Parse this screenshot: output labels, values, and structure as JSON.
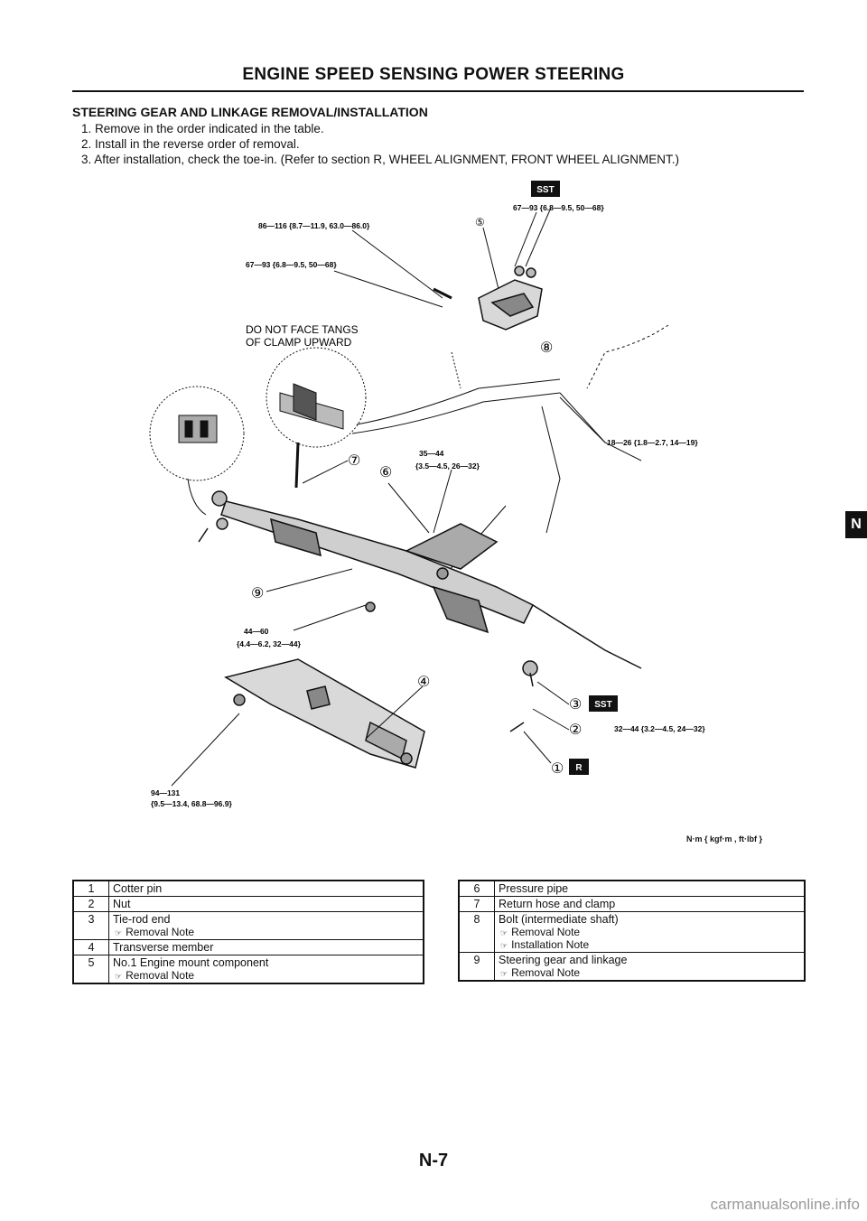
{
  "header": {
    "title": "ENGINE SPEED SENSING POWER STEERING"
  },
  "section": {
    "heading": "STEERING GEAR AND LINKAGE REMOVAL/INSTALLATION",
    "steps": [
      "1. Remove in the order indicated in the table.",
      "2. Install in the reverse order of removal.",
      "3. After installation, check the toe-in. (Refer to section R, WHEEL ALIGNMENT, FRONT WHEEL ALIGNMENT.)"
    ]
  },
  "diagram": {
    "torques": {
      "t1": "67—93 {6.8—9.5, 50—68}",
      "t2": "86—116 {8.7—11.9, 63.0—86.0}",
      "t3": "67—93 {6.8—9.5, 50—68}",
      "t4": "18—26 {1.8—2.7, 14—19}",
      "t5a": "35—44",
      "t5b": "{3.5—4.5, 26—32}",
      "t6a": "44—60",
      "t6b": "{4.4—6.2, 32—44}",
      "t7": "32—44 {3.2—4.5, 24—32}",
      "t8a": "94—131",
      "t8b": "{9.5—13.4, 68.8—96.9}"
    },
    "note_line1": "DO NOT FACE TANGS",
    "note_line2": "OF CLAMP UPWARD",
    "badges": {
      "sst": "SST",
      "r": "R"
    },
    "callouts": [
      "①",
      "②",
      "③",
      "④",
      "⑤",
      "⑥",
      "⑦",
      "⑧",
      "⑨"
    ]
  },
  "unit_note": "N·m { kgf·m , ft·lbf }",
  "left_table": [
    {
      "num": "1",
      "desc": "Cotter pin",
      "notes": []
    },
    {
      "num": "2",
      "desc": "Nut",
      "notes": []
    },
    {
      "num": "3",
      "desc": "Tie-rod end",
      "notes": [
        "Removal Note"
      ]
    },
    {
      "num": "4",
      "desc": "Transverse member",
      "notes": []
    },
    {
      "num": "5",
      "desc": "No.1 Engine mount component",
      "notes": [
        "Removal Note"
      ]
    }
  ],
  "right_table": [
    {
      "num": "6",
      "desc": "Pressure pipe",
      "notes": []
    },
    {
      "num": "7",
      "desc": "Return hose and clamp",
      "notes": []
    },
    {
      "num": "8",
      "desc": "Bolt (intermediate shaft)",
      "notes": [
        "Removal Note",
        "Installation Note"
      ]
    },
    {
      "num": "9",
      "desc": "Steering gear and linkage",
      "notes": [
        "Removal Note"
      ]
    }
  ],
  "note_icon": "☞",
  "page_number": "N-7",
  "tab_letter": "N",
  "watermark": "carmanualsonline.info"
}
